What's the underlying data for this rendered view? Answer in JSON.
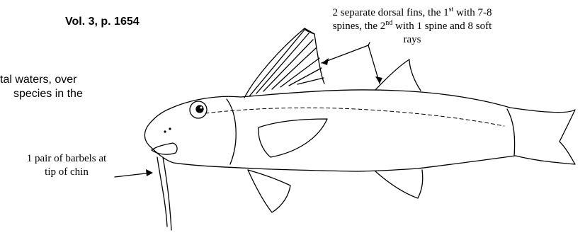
{
  "header": {
    "volume_ref": "Vol. 3, p. 1654"
  },
  "body_text": {
    "line_1": "tal waters, over",
    "line_2": "species in the"
  },
  "annotations": {
    "barbels": {
      "line_1": "1 pair of barbels at",
      "line_2": "tip of chin"
    },
    "dorsal_fins": {
      "line_1_pre": "2 separate dorsal fins, the 1",
      "line_1_sup": "st",
      "line_1_post": " with 7-8",
      "line_2_pre": "spines, the 2",
      "line_2_sup": "nd",
      "line_2_post": " with 1 spine and 8 soft",
      "line_3": "rays"
    }
  }
}
